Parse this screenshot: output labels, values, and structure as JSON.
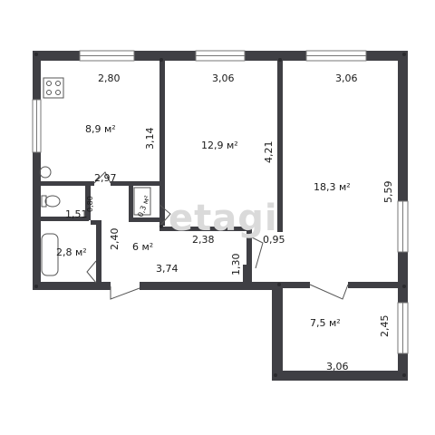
{
  "watermark": "etagi",
  "rooms": {
    "kitchen": {
      "area": "8,9 м²",
      "width": "2,80",
      "depth": "3,14"
    },
    "room_middle": {
      "area": "12,9 м²",
      "width": "3,06",
      "depth": "4,21"
    },
    "room_large": {
      "area": "18,3 м²",
      "width": "3,06",
      "depth": "5,59"
    },
    "toilet": {
      "width": "1,51",
      "depth": "0,80"
    },
    "bathroom": {
      "area": "2,8 м²",
      "depth": "2,40"
    },
    "closet": {
      "area": "0,3 м²"
    },
    "hall": {
      "area": "6 м²",
      "width": "3,74",
      "upper": "2,97",
      "mid": "2,38",
      "right": "0,95",
      "door": "1,30"
    },
    "room_small": {
      "area": "7,5 м²",
      "width": "3,06",
      "depth": "2,45"
    }
  },
  "colors": {
    "wall": "#3f3f44",
    "watermark": "#dadada"
  }
}
